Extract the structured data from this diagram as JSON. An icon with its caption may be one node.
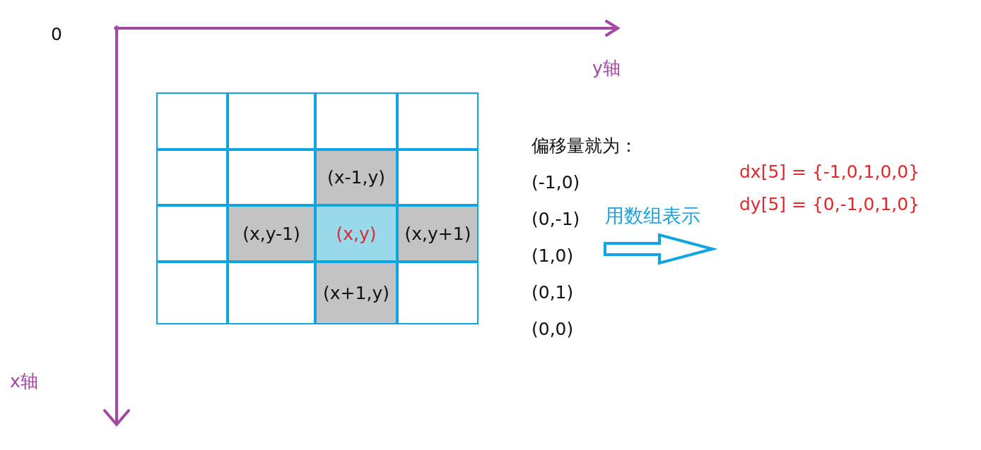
{
  "diagram": {
    "nodes": [
      {
        "text": [],
        "shape": "box"
      },
      {
        "text": [],
        "shape": "box"
      },
      {
        "text": [],
        "shape": "box"
      },
      {
        "text": [],
        "shape": "box"
      },
      {
        "text": [],
        "shape": "box"
      },
      {
        "text": [],
        "shape": "box"
      },
      {
        "text": [
          "(x-1,y)"
        ]
      },
      {
        "text": [],
        "shape": "box"
      },
      {
        "text": [],
        "shape": "box"
      },
      {
        "text": [
          "(x,y-1)"
        ]
      },
      {
        "text": [
          "(x,y)"
        ]
      },
      {
        "text": [
          "(x,y+1)"
        ]
      },
      {
        "text": [],
        "shape": "box"
      },
      {
        "text": [],
        "shape": "box"
      },
      {
        "text": [
          "(x+1,y)"
        ]
      },
      {
        "text": [],
        "shape": "box"
      },
      {
        "text": [
          "偏移量就为：",
          "(-1,0)",
          "(0,-1)",
          "(1,0)",
          "(0,1)",
          "(0,0)"
        ]
      },
      {
        "text": [
          "dx[5] = {-1,0,1,0,0}",
          "dy[5] = {0,-1,0,1,0}"
        ]
      }
    ],
    "edges": [
      {
        "from": 16,
        "to": 17,
        "arrow": "to",
        "label": "用数组表示",
        "style": "thick"
      }
    ],
    "labels": [
      "0",
      "y轴",
      "x轴"
    ]
  }
}
